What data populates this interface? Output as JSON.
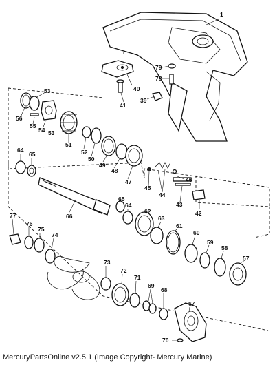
{
  "footer": {
    "caption": "MercuryPartsOnline v2.5.1 (Image Copyright- Mercury Marine)"
  },
  "callouts": {
    "c1": "1",
    "c40": "40",
    "c41": "41",
    "c79": "79",
    "c78": "78",
    "c39": "39",
    "c53a": "53",
    "c56": "56",
    "c55": "55",
    "c54": "54",
    "c53b": "53",
    "c51": "51",
    "c52": "52",
    "c50": "50",
    "c49": "49",
    "c48": "48",
    "c47": "47",
    "c45": "45",
    "c44": "44",
    "c46": "46",
    "c43": "43",
    "c42": "42",
    "c64a": "64",
    "c65a": "65",
    "c66": "66",
    "c65b": "65",
    "c64b": "64",
    "c62": "62",
    "c63": "63",
    "c61": "61",
    "c60": "60",
    "c59": "59",
    "c58": "58",
    "c57": "57",
    "c77": "77",
    "c76": "76",
    "c75": "75",
    "c74": "74",
    "c73": "73",
    "c72": "72",
    "c71": "71",
    "c69": "69",
    "c68": "68",
    "c67": "67",
    "c70": "70"
  }
}
